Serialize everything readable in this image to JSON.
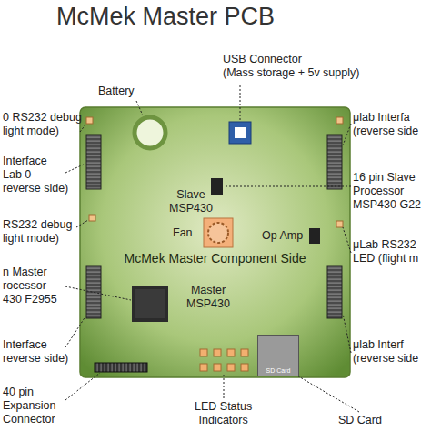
{
  "diagram": {
    "title": "McMek Master PCB",
    "nodes": [
      {
        "text": [
          "McMek Master Component Side"
        ]
      },
      {
        "text": [
          "SD Card"
        ],
        "in": 0
      }
    ],
    "labels": [
      "Battery",
      "USB Connector (Mass storage + 5v supply)",
      "0 RS232 debug light mode)",
      "μlab Interfa (reverse side",
      "Interface Lab 0 reverse side)",
      "Slave MSP430",
      "16 pin Slave Processor MSP430 G22",
      "RS232 debug light mode)",
      "Fan",
      "Op Amp",
      "μLab RS232 LED (flight m",
      "n Master rocessor 430 F2955",
      "Master MSP430",
      "Interface reverse side)",
      "μlab Interf (reverse side",
      "40 pin Expansion Connector",
      "LED Status Indicators",
      "SD Card"
    ]
  }
}
